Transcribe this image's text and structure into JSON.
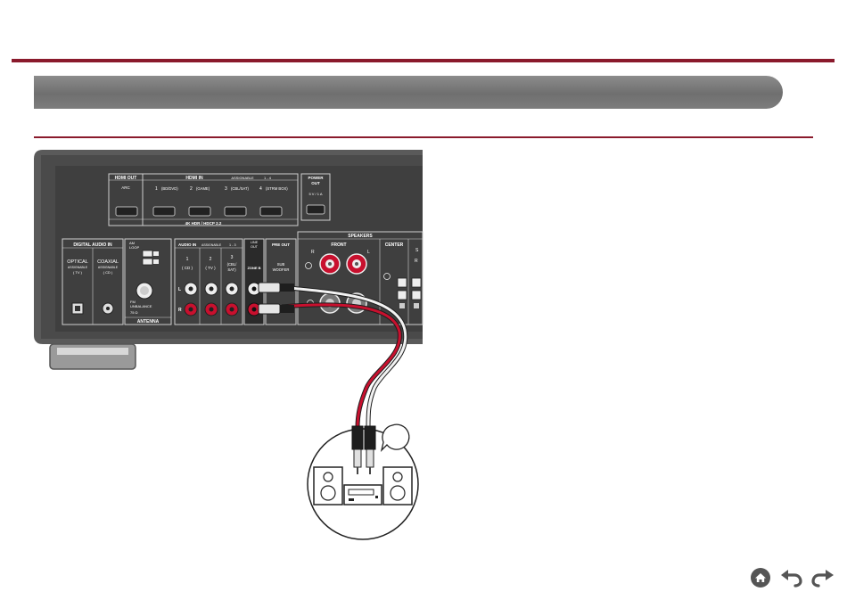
{
  "page": {
    "title": ""
  },
  "panel": {
    "hdmi_out": "HDMI OUT",
    "arc": "ARC",
    "hdmi_in": "HDMI IN",
    "assignable": "ASSIGNABLE",
    "assign_range": "1 - 4",
    "hdmi_ports": [
      {
        "num": "1",
        "label": "(BD/DVD)"
      },
      {
        "num": "2",
        "label": "(GAME)"
      },
      {
        "num": "3",
        "label": "(CBL/SAT)"
      },
      {
        "num": "4",
        "label": "(STRM BOX)"
      }
    ],
    "hdr": "4K HDR / HDCP 2.2",
    "power_out": [
      "POWER",
      "OUT"
    ],
    "power_rating": "5 V / 1 A",
    "digital_audio_in": "DIGITAL AUDIO IN",
    "optical": "OPTICAL",
    "optical_sub": [
      "ASSIGNABLE",
      "( TV )"
    ],
    "coaxial": "COAXIAL",
    "coaxial_sub": [
      "ASSIGNABLE",
      "( CD )"
    ],
    "am_loop": [
      "AM",
      "LOOP"
    ],
    "fm": "FM",
    "unbalance": "UNBALANCE",
    "ohm": "75 Ω",
    "antenna": "ANTENNA",
    "audio_in": "AUDIO IN",
    "audio_assign": "ASSIGNABLE",
    "audio_range": "1 - 3",
    "audio_inputs": [
      {
        "num": "1",
        "label": "( CD )"
      },
      {
        "num": "2",
        "label": "( TV )"
      },
      {
        "num": "3",
        "label": "(CBL/",
        "label2": "SAT)"
      }
    ],
    "line_out": [
      "LINE",
      "OUT"
    ],
    "zone_b": "ZONE B",
    "pre_out": "PRE OUT",
    "sub": "SUB",
    "woofer": "WOOFER",
    "l": "L",
    "r": "R",
    "speakers": "SPEAKERS",
    "front": "FRONT",
    "center": "CENTER",
    "sr": "S",
    "r2": "R"
  },
  "icons": [
    "home-icon",
    "back-icon",
    "forward-icon"
  ]
}
